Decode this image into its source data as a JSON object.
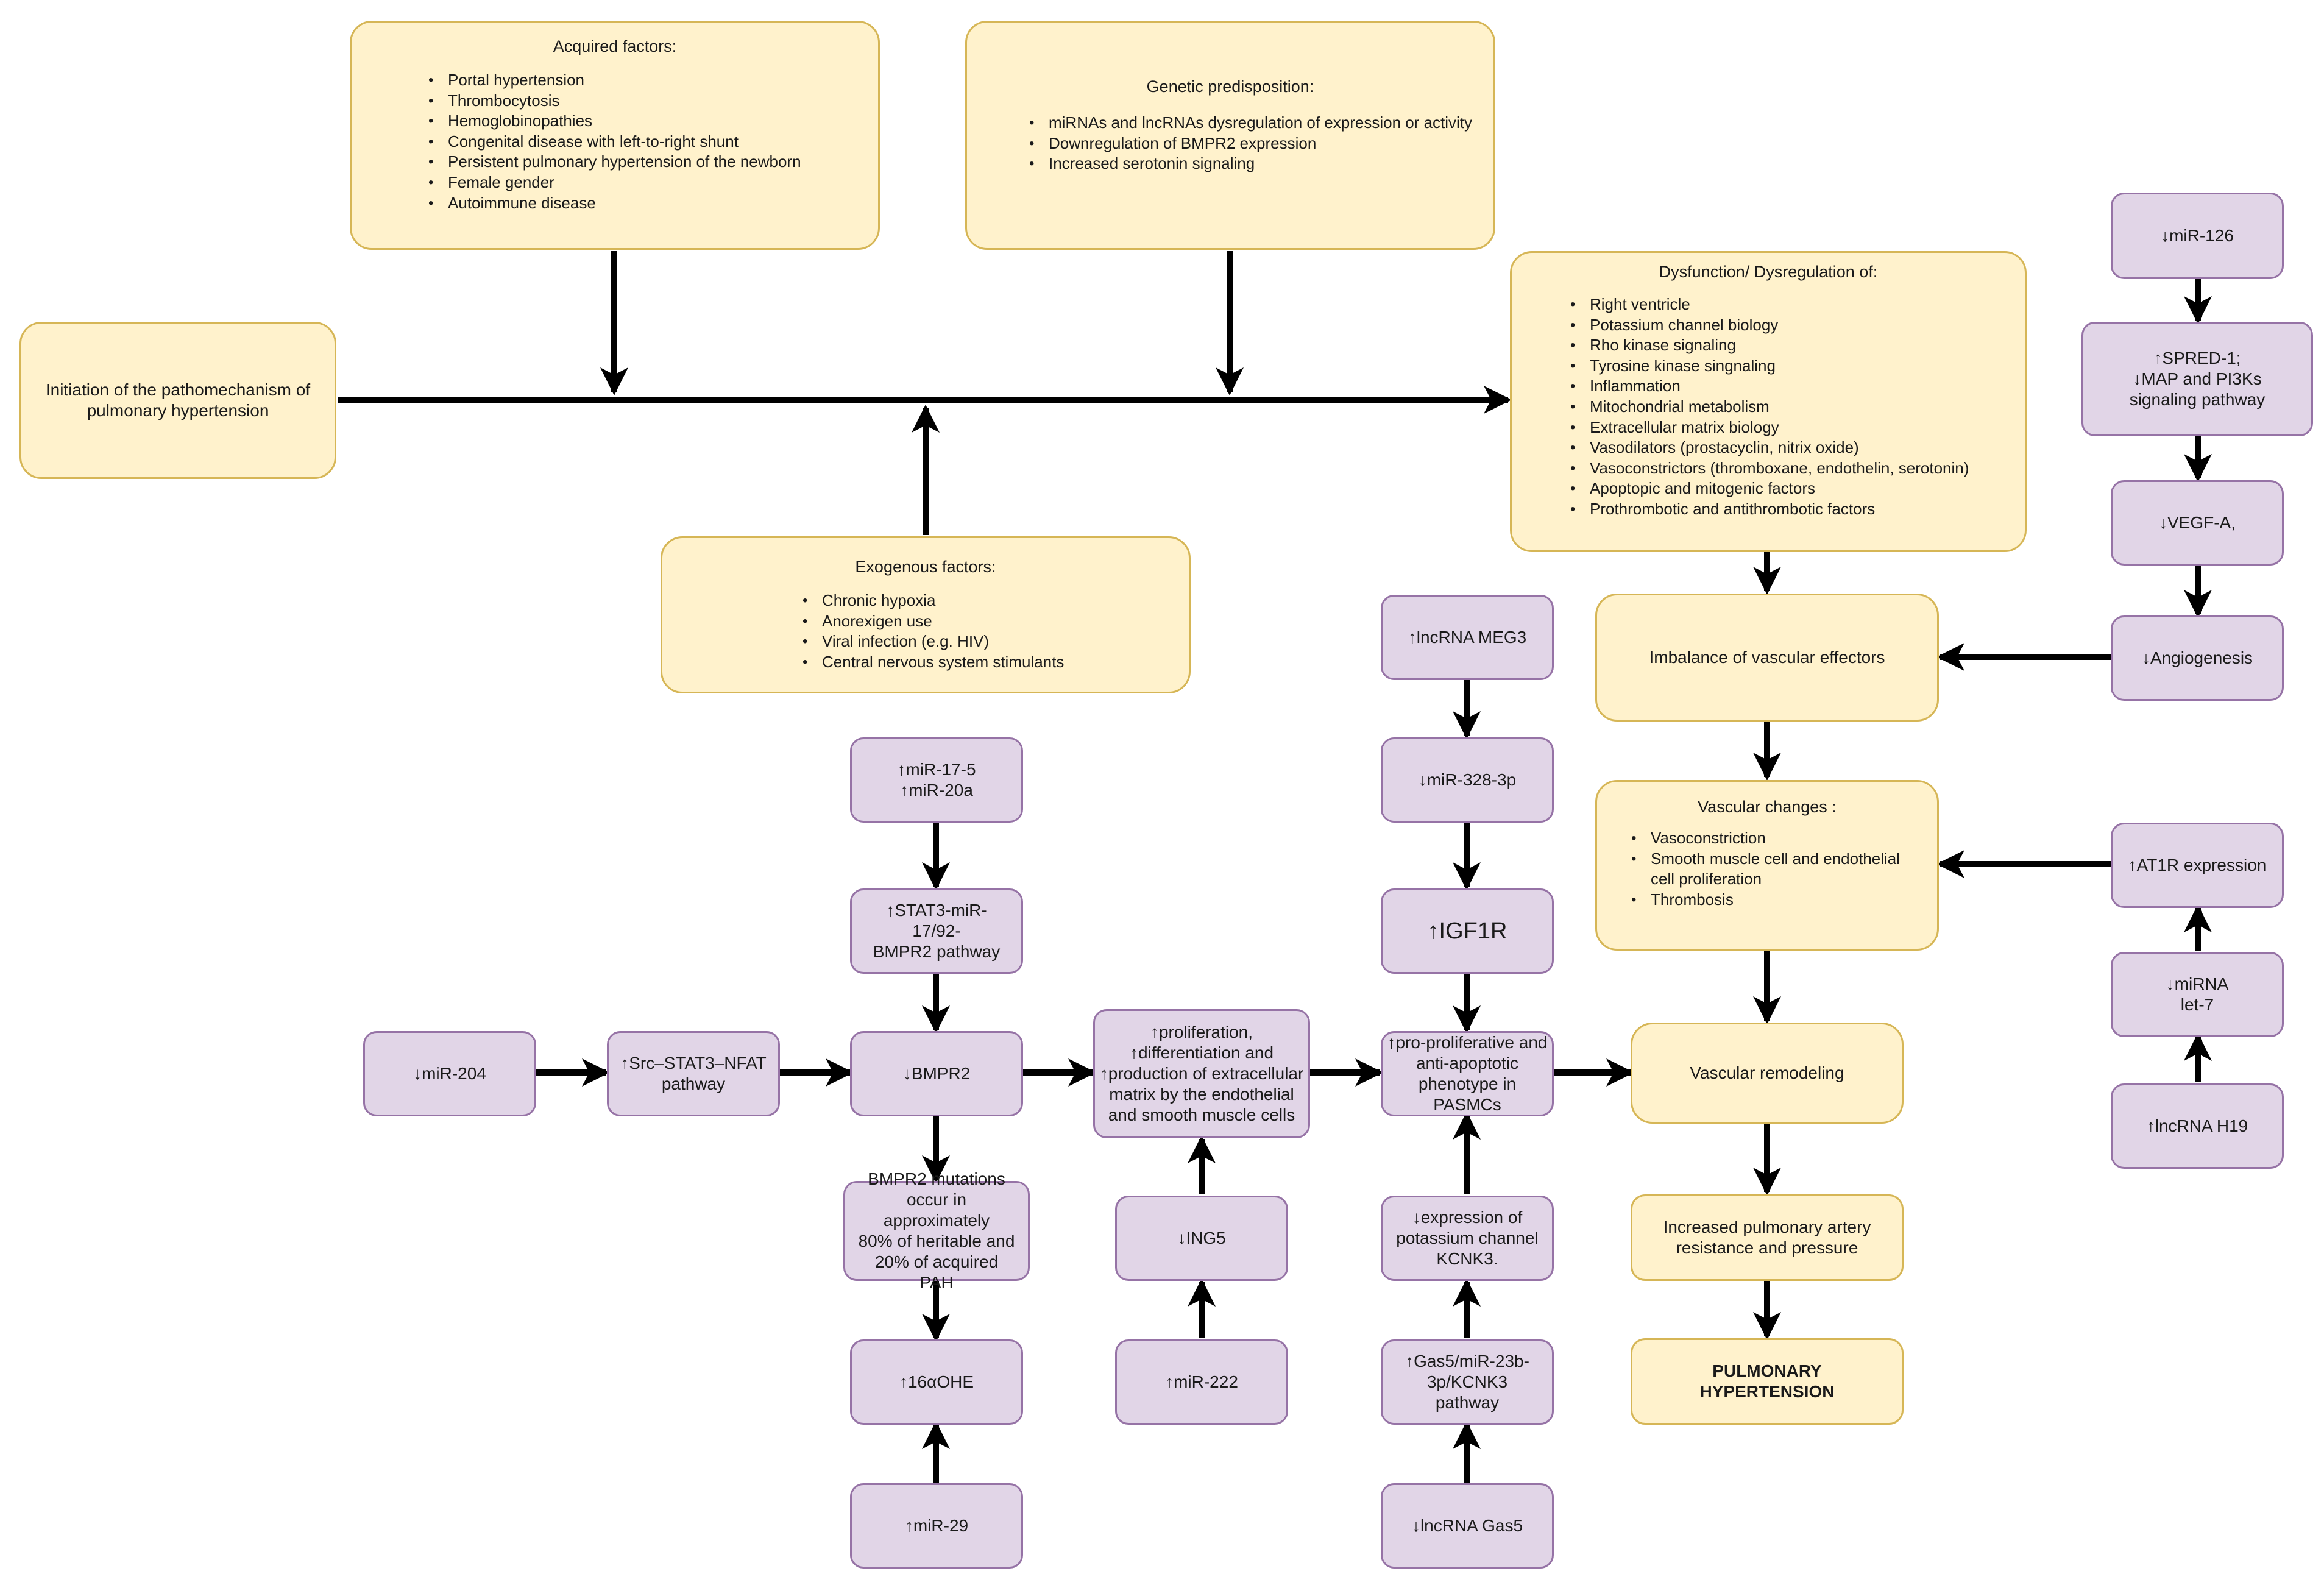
{
  "diagram": {
    "initiation": "Initiation of the pathomechanism of\npulmonary hypertension",
    "acquired": {
      "title": "Acquired factors:",
      "items": [
        "Portal hypertension",
        "Thrombocytosis",
        "Hemoglobinopathies",
        "Congenital disease with left-to-right shunt",
        "Persistent pulmonary hypertension  of the newborn",
        "Female gender",
        "Autoimmune disease"
      ]
    },
    "genetic": {
      "title": "Genetic predisposition:",
      "items": [
        "miRNAs and lncRNAs dysregulation of expression or activity",
        "Downregulation of BMPR2 expression",
        "Increased serotonin signaling"
      ]
    },
    "exogenous": {
      "title": "Exogenous factors:",
      "items": [
        "Chronic hypoxia",
        "Anorexigen use",
        "Viral infection (e.g. HIV)",
        "Central nervous system stimulants"
      ]
    },
    "dysfunction": {
      "title": "Dysfunction/ Dysregulation of:",
      "items": [
        "Right ventricle",
        "Potassium channel biology",
        "Rho kinase signaling",
        "Tyrosine kinase singnaling",
        "Inflammation",
        "Mitochondrial metabolism",
        "Extracellular matrix biology",
        "Vasodilators (prostacyclin, nitrix oxide)",
        "Vasoconstrictors (thromboxane, endothelin, serotonin)",
        "Apoptopic and mitogenic factors",
        "Prothrombotic and antithrombotic factors"
      ]
    },
    "imbalance": "Imbalance of vascular effectors",
    "vascular_changes": {
      "title": "Vascular changes :",
      "items": [
        "Vasoconstriction",
        "Smooth muscle cell and endothelial cell proliferation",
        "Thrombosis"
      ]
    },
    "remodeling": "Vascular remodeling",
    "resistance": "Increased pulmonary artery\nresistance and pressure",
    "ph": "PULMONARY HYPERTENSION",
    "mir126": "↓miR-126",
    "spred1": "↑SPRED-1;\n↓MAP and PI3Ks\nsignaling pathway",
    "vegfa": "↓VEGF-A,",
    "angiogenesis": "↓Angiogenesis",
    "at1r": "↑AT1R expression",
    "let7": "↓miRNA\nlet-7",
    "h19": "↑lncRNA H19",
    "mir17": "↑miR-17-5\n↑miR-20a",
    "stat3_mir17": "↑STAT3-miR-17/92-\nBMPR2 pathway",
    "mir204": "↓miR-204",
    "src_stat3": "↑Src–STAT3–NFAT\npathway",
    "bmpr2": "↓BMPR2",
    "bmpr2_mut": "BMPR2 mutations\noccur in approximately\n80% of heritable and\n20% of acquired PAH",
    "ohe16": "↑16αOHE",
    "mir29": "↑miR-29",
    "proliferation": "↑proliferation,\n↑differentiation and\n↑production of extracellular\nmatrix by the endothelial\nand smooth muscle cells",
    "ing5": "↓ING5",
    "mir222": "↑miR-222",
    "meg3": "↑lncRNA MEG3",
    "mir328": "↓miR-328-3p",
    "igf1r": "↑IGF1R",
    "pro_prolif": "↑pro-proliferative and\nanti-apoptotic\nphenotype in\nPASMCs",
    "kcnk3": "↓expression of\npotassium channel\nKCNK3.",
    "gas5_path": "↑Gas5/miR-23b-\n3p/KCNK3\npathway",
    "gas5": "↓lncRNA Gas5"
  }
}
